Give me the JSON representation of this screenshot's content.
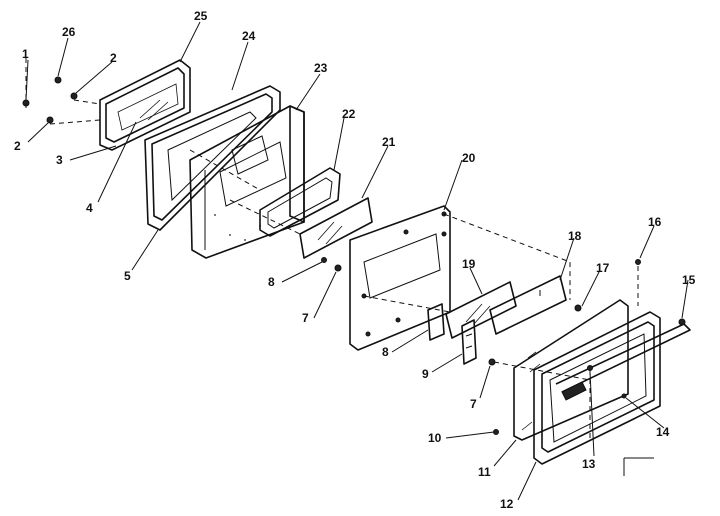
{
  "diagram": {
    "callouts": [
      {
        "id": "c1",
        "text": "1"
      },
      {
        "id": "c26",
        "text": "26"
      },
      {
        "id": "c25",
        "text": "25"
      },
      {
        "id": "c2a",
        "text": "2"
      },
      {
        "id": "c2b",
        "text": "2"
      },
      {
        "id": "c3",
        "text": "3"
      },
      {
        "id": "c4",
        "text": "4"
      },
      {
        "id": "c5",
        "text": "5"
      },
      {
        "id": "c24",
        "text": "24"
      },
      {
        "id": "c23",
        "text": "23"
      },
      {
        "id": "c22",
        "text": "22"
      },
      {
        "id": "c21",
        "text": "21"
      },
      {
        "id": "c20",
        "text": "20"
      },
      {
        "id": "c18",
        "text": "18"
      },
      {
        "id": "c19",
        "text": "19"
      },
      {
        "id": "c16",
        "text": "16"
      },
      {
        "id": "c17",
        "text": "17"
      },
      {
        "id": "c15",
        "text": "15"
      },
      {
        "id": "c8a",
        "text": "8"
      },
      {
        "id": "c7a",
        "text": "7"
      },
      {
        "id": "c8b",
        "text": "8"
      },
      {
        "id": "c9",
        "text": "9"
      },
      {
        "id": "c7b",
        "text": "7"
      },
      {
        "id": "c10",
        "text": "10"
      },
      {
        "id": "c11",
        "text": "11"
      },
      {
        "id": "c12",
        "text": "12"
      },
      {
        "id": "c13",
        "text": "13"
      },
      {
        "id": "c14",
        "text": "14"
      }
    ]
  }
}
